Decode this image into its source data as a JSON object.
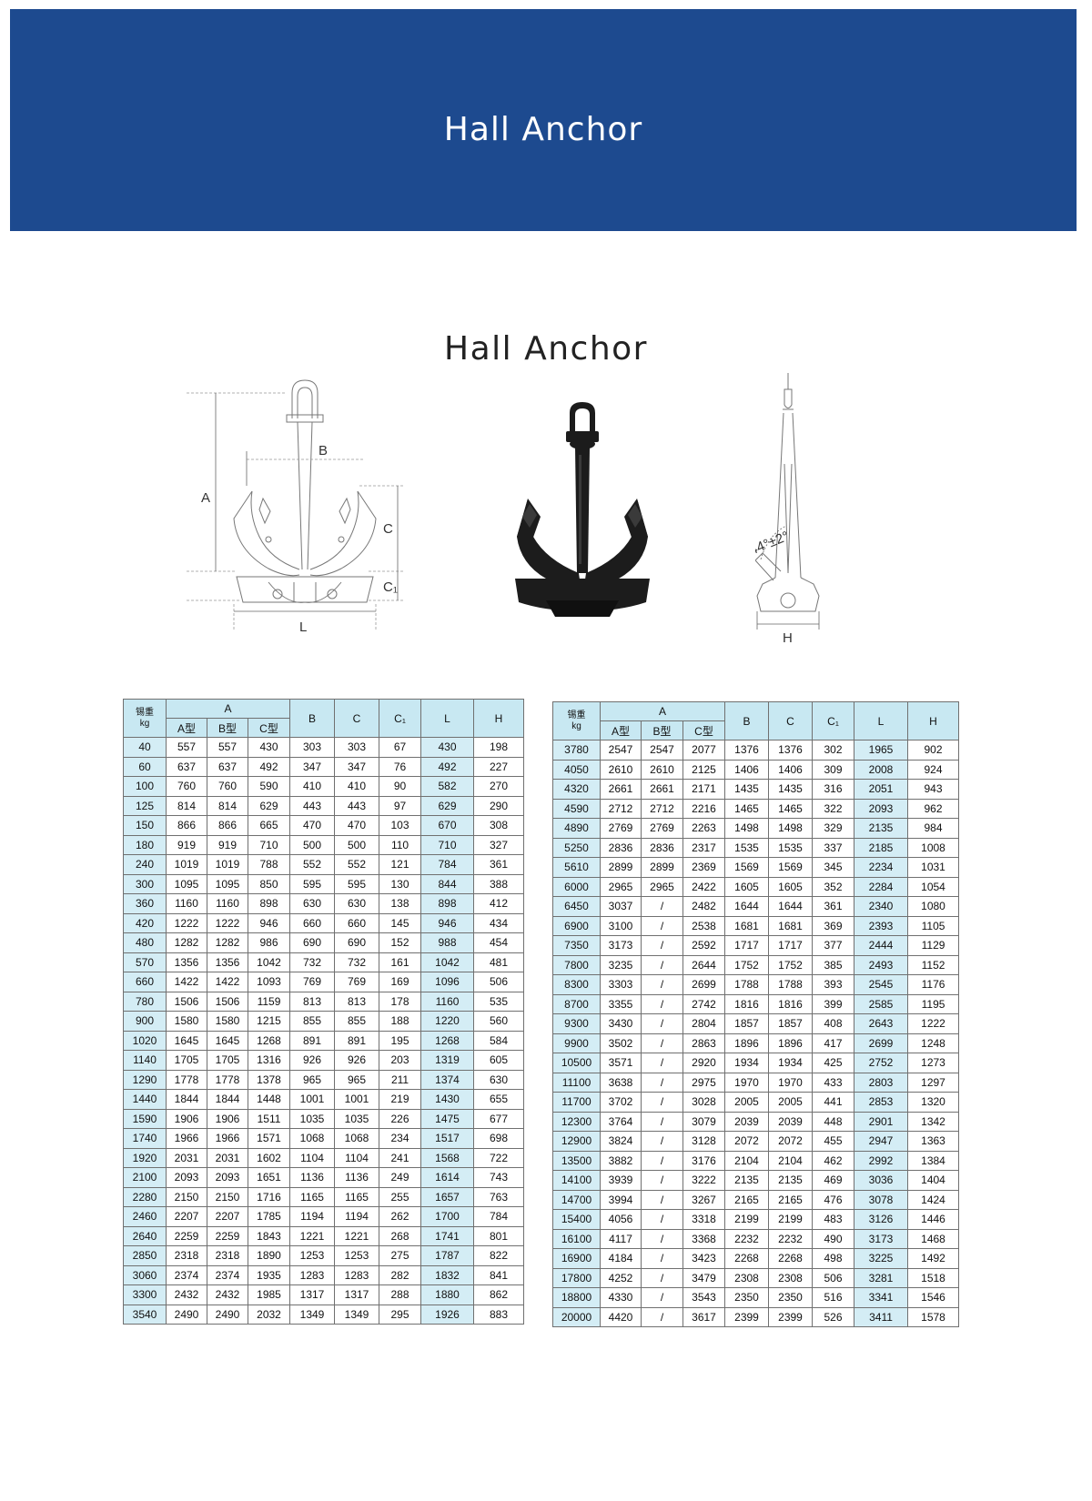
{
  "banner": {
    "title": "Hall Anchor"
  },
  "page_title": "Hall Anchor",
  "diagram": {
    "labels": {
      "A": "A",
      "B": "B",
      "C": "C",
      "C1": "C₁",
      "L": "L",
      "H": "H",
      "angle": "44°±2°"
    },
    "angle_deg": 44
  },
  "table_headers": {
    "weight_top": "锡重",
    "weight_unit": "kg",
    "A": "A",
    "A_types": [
      "A型",
      "B型",
      "C型"
    ],
    "B": "B",
    "C": "C",
    "C1": "C₁",
    "L": "L",
    "H": "H"
  },
  "table_left": [
    [
      "40",
      "557",
      "557",
      "430",
      "303",
      "303",
      "67",
      "430",
      "198"
    ],
    [
      "60",
      "637",
      "637",
      "492",
      "347",
      "347",
      "76",
      "492",
      "227"
    ],
    [
      "100",
      "760",
      "760",
      "590",
      "410",
      "410",
      "90",
      "582",
      "270"
    ],
    [
      "125",
      "814",
      "814",
      "629",
      "443",
      "443",
      "97",
      "629",
      "290"
    ],
    [
      "150",
      "866",
      "866",
      "665",
      "470",
      "470",
      "103",
      "670",
      "308"
    ],
    [
      "180",
      "919",
      "919",
      "710",
      "500",
      "500",
      "110",
      "710",
      "327"
    ],
    [
      "240",
      "1019",
      "1019",
      "788",
      "552",
      "552",
      "121",
      "784",
      "361"
    ],
    [
      "300",
      "1095",
      "1095",
      "850",
      "595",
      "595",
      "130",
      "844",
      "388"
    ],
    [
      "360",
      "1160",
      "1160",
      "898",
      "630",
      "630",
      "138",
      "898",
      "412"
    ],
    [
      "420",
      "1222",
      "1222",
      "946",
      "660",
      "660",
      "145",
      "946",
      "434"
    ],
    [
      "480",
      "1282",
      "1282",
      "986",
      "690",
      "690",
      "152",
      "988",
      "454"
    ],
    [
      "570",
      "1356",
      "1356",
      "1042",
      "732",
      "732",
      "161",
      "1042",
      "481"
    ],
    [
      "660",
      "1422",
      "1422",
      "1093",
      "769",
      "769",
      "169",
      "1096",
      "506"
    ],
    [
      "780",
      "1506",
      "1506",
      "1159",
      "813",
      "813",
      "178",
      "1160",
      "535"
    ],
    [
      "900",
      "1580",
      "1580",
      "1215",
      "855",
      "855",
      "188",
      "1220",
      "560"
    ],
    [
      "1020",
      "1645",
      "1645",
      "1268",
      "891",
      "891",
      "195",
      "1268",
      "584"
    ],
    [
      "1140",
      "1705",
      "1705",
      "1316",
      "926",
      "926",
      "203",
      "1319",
      "605"
    ],
    [
      "1290",
      "1778",
      "1778",
      "1378",
      "965",
      "965",
      "211",
      "1374",
      "630"
    ],
    [
      "1440",
      "1844",
      "1844",
      "1448",
      "1001",
      "1001",
      "219",
      "1430",
      "655"
    ],
    [
      "1590",
      "1906",
      "1906",
      "1511",
      "1035",
      "1035",
      "226",
      "1475",
      "677"
    ],
    [
      "1740",
      "1966",
      "1966",
      "1571",
      "1068",
      "1068",
      "234",
      "1517",
      "698"
    ],
    [
      "1920",
      "2031",
      "2031",
      "1602",
      "1104",
      "1104",
      "241",
      "1568",
      "722"
    ],
    [
      "2100",
      "2093",
      "2093",
      "1651",
      "1136",
      "1136",
      "249",
      "1614",
      "743"
    ],
    [
      "2280",
      "2150",
      "2150",
      "1716",
      "1165",
      "1165",
      "255",
      "1657",
      "763"
    ],
    [
      "2460",
      "2207",
      "2207",
      "1785",
      "1194",
      "1194",
      "262",
      "1700",
      "784"
    ],
    [
      "2640",
      "2259",
      "2259",
      "1843",
      "1221",
      "1221",
      "268",
      "1741",
      "801"
    ],
    [
      "2850",
      "2318",
      "2318",
      "1890",
      "1253",
      "1253",
      "275",
      "1787",
      "822"
    ],
    [
      "3060",
      "2374",
      "2374",
      "1935",
      "1283",
      "1283",
      "282",
      "1832",
      "841"
    ],
    [
      "3300",
      "2432",
      "2432",
      "1985",
      "1317",
      "1317",
      "288",
      "1880",
      "862"
    ],
    [
      "3540",
      "2490",
      "2490",
      "2032",
      "1349",
      "1349",
      "295",
      "1926",
      "883"
    ]
  ],
  "table_right": [
    [
      "3780",
      "2547",
      "2547",
      "2077",
      "1376",
      "1376",
      "302",
      "1965",
      "902"
    ],
    [
      "4050",
      "2610",
      "2610",
      "2125",
      "1406",
      "1406",
      "309",
      "2008",
      "924"
    ],
    [
      "4320",
      "2661",
      "2661",
      "2171",
      "1435",
      "1435",
      "316",
      "2051",
      "943"
    ],
    [
      "4590",
      "2712",
      "2712",
      "2216",
      "1465",
      "1465",
      "322",
      "2093",
      "962"
    ],
    [
      "4890",
      "2769",
      "2769",
      "2263",
      "1498",
      "1498",
      "329",
      "2135",
      "984"
    ],
    [
      "5250",
      "2836",
      "2836",
      "2317",
      "1535",
      "1535",
      "337",
      "2185",
      "1008"
    ],
    [
      "5610",
      "2899",
      "2899",
      "2369",
      "1569",
      "1569",
      "345",
      "2234",
      "1031"
    ],
    [
      "6000",
      "2965",
      "2965",
      "2422",
      "1605",
      "1605",
      "352",
      "2284",
      "1054"
    ],
    [
      "6450",
      "3037",
      "/",
      "2482",
      "1644",
      "1644",
      "361",
      "2340",
      "1080"
    ],
    [
      "6900",
      "3100",
      "/",
      "2538",
      "1681",
      "1681",
      "369",
      "2393",
      "1105"
    ],
    [
      "7350",
      "3173",
      "/",
      "2592",
      "1717",
      "1717",
      "377",
      "2444",
      "1129"
    ],
    [
      "7800",
      "3235",
      "/",
      "2644",
      "1752",
      "1752",
      "385",
      "2493",
      "1152"
    ],
    [
      "8300",
      "3303",
      "/",
      "2699",
      "1788",
      "1788",
      "393",
      "2545",
      "1176"
    ],
    [
      "8700",
      "3355",
      "/",
      "2742",
      "1816",
      "1816",
      "399",
      "2585",
      "1195"
    ],
    [
      "9300",
      "3430",
      "/",
      "2804",
      "1857",
      "1857",
      "408",
      "2643",
      "1222"
    ],
    [
      "9900",
      "3502",
      "/",
      "2863",
      "1896",
      "1896",
      "417",
      "2699",
      "1248"
    ],
    [
      "10500",
      "3571",
      "/",
      "2920",
      "1934",
      "1934",
      "425",
      "2752",
      "1273"
    ],
    [
      "11100",
      "3638",
      "/",
      "2975",
      "1970",
      "1970",
      "433",
      "2803",
      "1297"
    ],
    [
      "11700",
      "3702",
      "/",
      "3028",
      "2005",
      "2005",
      "441",
      "2853",
      "1320"
    ],
    [
      "12300",
      "3764",
      "/",
      "3079",
      "2039",
      "2039",
      "448",
      "2901",
      "1342"
    ],
    [
      "12900",
      "3824",
      "/",
      "3128",
      "2072",
      "2072",
      "455",
      "2947",
      "1363"
    ],
    [
      "13500",
      "3882",
      "/",
      "3176",
      "2104",
      "2104",
      "462",
      "2992",
      "1384"
    ],
    [
      "14100",
      "3939",
      "/",
      "3222",
      "2135",
      "2135",
      "469",
      "3036",
      "1404"
    ],
    [
      "14700",
      "3994",
      "/",
      "3267",
      "2165",
      "2165",
      "476",
      "3078",
      "1424"
    ],
    [
      "15400",
      "4056",
      "/",
      "3318",
      "2199",
      "2199",
      "483",
      "3126",
      "1446"
    ],
    [
      "16100",
      "4117",
      "/",
      "3368",
      "2232",
      "2232",
      "490",
      "3173",
      "1468"
    ],
    [
      "16900",
      "4184",
      "/",
      "3423",
      "2268",
      "2268",
      "498",
      "3225",
      "1492"
    ],
    [
      "17800",
      "4252",
      "/",
      "3479",
      "2308",
      "2308",
      "506",
      "3281",
      "1518"
    ],
    [
      "18800",
      "4330",
      "/",
      "3543",
      "2350",
      "2350",
      "516",
      "3341",
      "1546"
    ],
    [
      "20000",
      "4420",
      "/",
      "3617",
      "2399",
      "2399",
      "526",
      "3411",
      "1578"
    ]
  ]
}
